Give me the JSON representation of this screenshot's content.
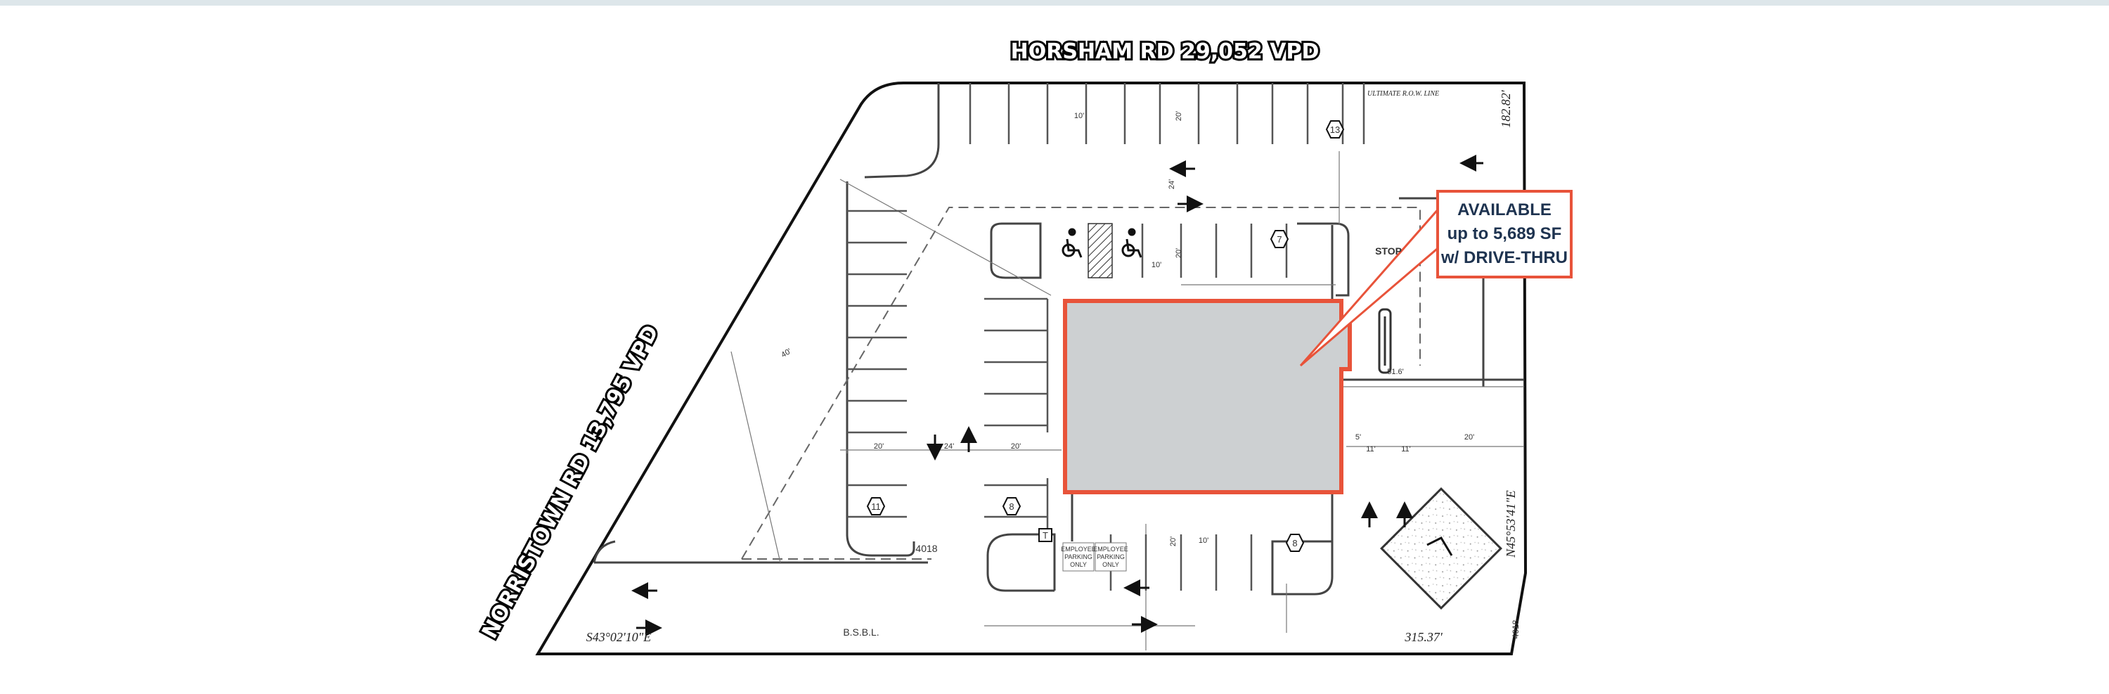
{
  "roads": {
    "top": "HORSHAM RD 29,052 VPD",
    "left": "NORRISTOWN RD 13,795 VPD"
  },
  "callout": {
    "line1": "AVAILABLE",
    "line2": "up to 5,689 SF",
    "line3": "w/ DRIVE-THRU"
  },
  "accent_colors": {
    "highlight": "#e8533a",
    "building_fill": "#cdd0d2",
    "road_label_fill": "#ffffff",
    "callout_text": "#1e3350"
  },
  "bearings": {
    "south": "S43°02'10\"E",
    "east": "N45°53'41\"E"
  },
  "lengths": {
    "south": "315.37'",
    "northeast": "182.82'"
  },
  "labels": {
    "bsbl": "B.S.B.L.",
    "row": "ULTIMATE R.O.W. LINE",
    "stop": "STOP",
    "employee_1": [
      "EMPLOYEE",
      "PARKING",
      "ONLY"
    ],
    "employee_2": [
      "EMPLOYEE",
      "PARKING",
      "ONLY"
    ],
    "tsign": "T",
    "code_1": "4018",
    "code_2": "4018"
  },
  "stall_counts": {
    "top": "13",
    "center": "7",
    "left": "11",
    "mid": "8",
    "bottom": "8"
  },
  "dims": {
    "d10a": "10'",
    "d20a": "20'",
    "d24a": "24'",
    "d20b": "20'",
    "d10b": "10'",
    "d20c": "20'",
    "d24b": "24'",
    "d20d": "20'",
    "d516": "51.6'",
    "d11a": "11'",
    "d11b": "11'",
    "d20e": "20'",
    "d5": "5'",
    "d10c": "10'",
    "d20f": "20'",
    "d40": "40'"
  }
}
